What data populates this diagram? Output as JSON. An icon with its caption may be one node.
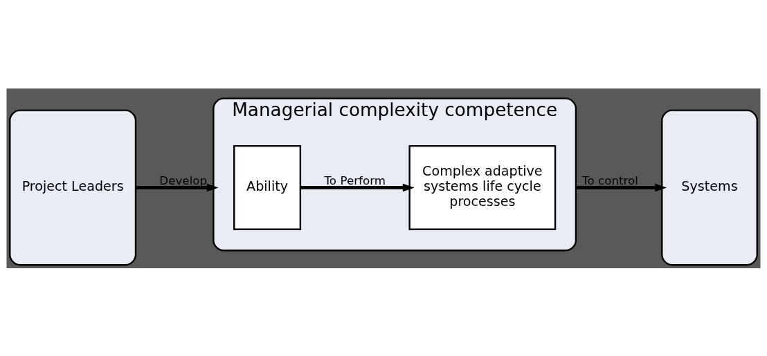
{
  "diagram": {
    "nodes": [
      {
        "text": [
          "Project Leaders"
        ]
      },
      {
        "text": [
          "Managerial complexity competence"
        ]
      },
      {
        "text": [
          "Ability"
        ],
        "in": 1
      },
      {
        "text": [
          "Complex adaptive systems life cycle processes"
        ],
        "in": 1
      },
      {
        "text": [
          "Systems"
        ]
      }
    ],
    "edges": [
      {
        "from": 0,
        "to": 1,
        "arrow": "to",
        "label": "Develop"
      },
      {
        "from": 2,
        "to": 3,
        "arrow": "to",
        "label": "To Perform"
      },
      {
        "from": 1,
        "to": 4,
        "arrow": "to",
        "label": "To control"
      }
    ]
  }
}
